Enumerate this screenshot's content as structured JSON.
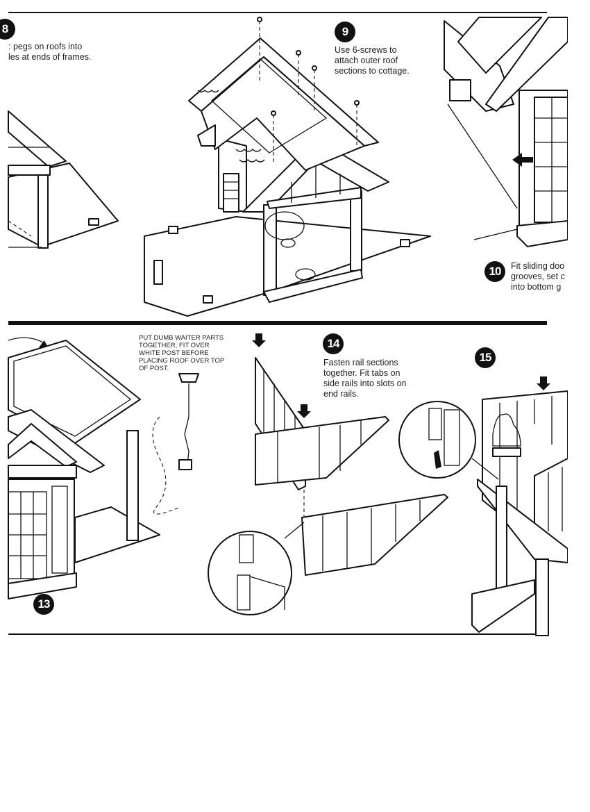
{
  "steps": {
    "s8": {
      "badge": "8",
      "text": ": pegs on roofs into\nles at ends of frames."
    },
    "s9": {
      "badge": "9",
      "text": "Use 6-screws to\nattach outer roof\nsections to cottage."
    },
    "s10": {
      "badge": "10",
      "text": "Fit sliding doo\ngrooves, set c\ninto bottom g"
    },
    "s13": {
      "badge": "13",
      "note": "PUT DUMB WAITER PARTS\nTOGETHER, FIT OVER\nWHITE POST BEFORE\nPLACING ROOF OVER TOP\nOF POST."
    },
    "s14": {
      "badge": "14",
      "text": "Fasten rail sections\ntogether. Fit tabs on\nside rails into slots on\nend rails."
    },
    "s15": {
      "badge": "15"
    }
  },
  "colors": {
    "ink": "#111111",
    "paper": "#ffffff"
  }
}
